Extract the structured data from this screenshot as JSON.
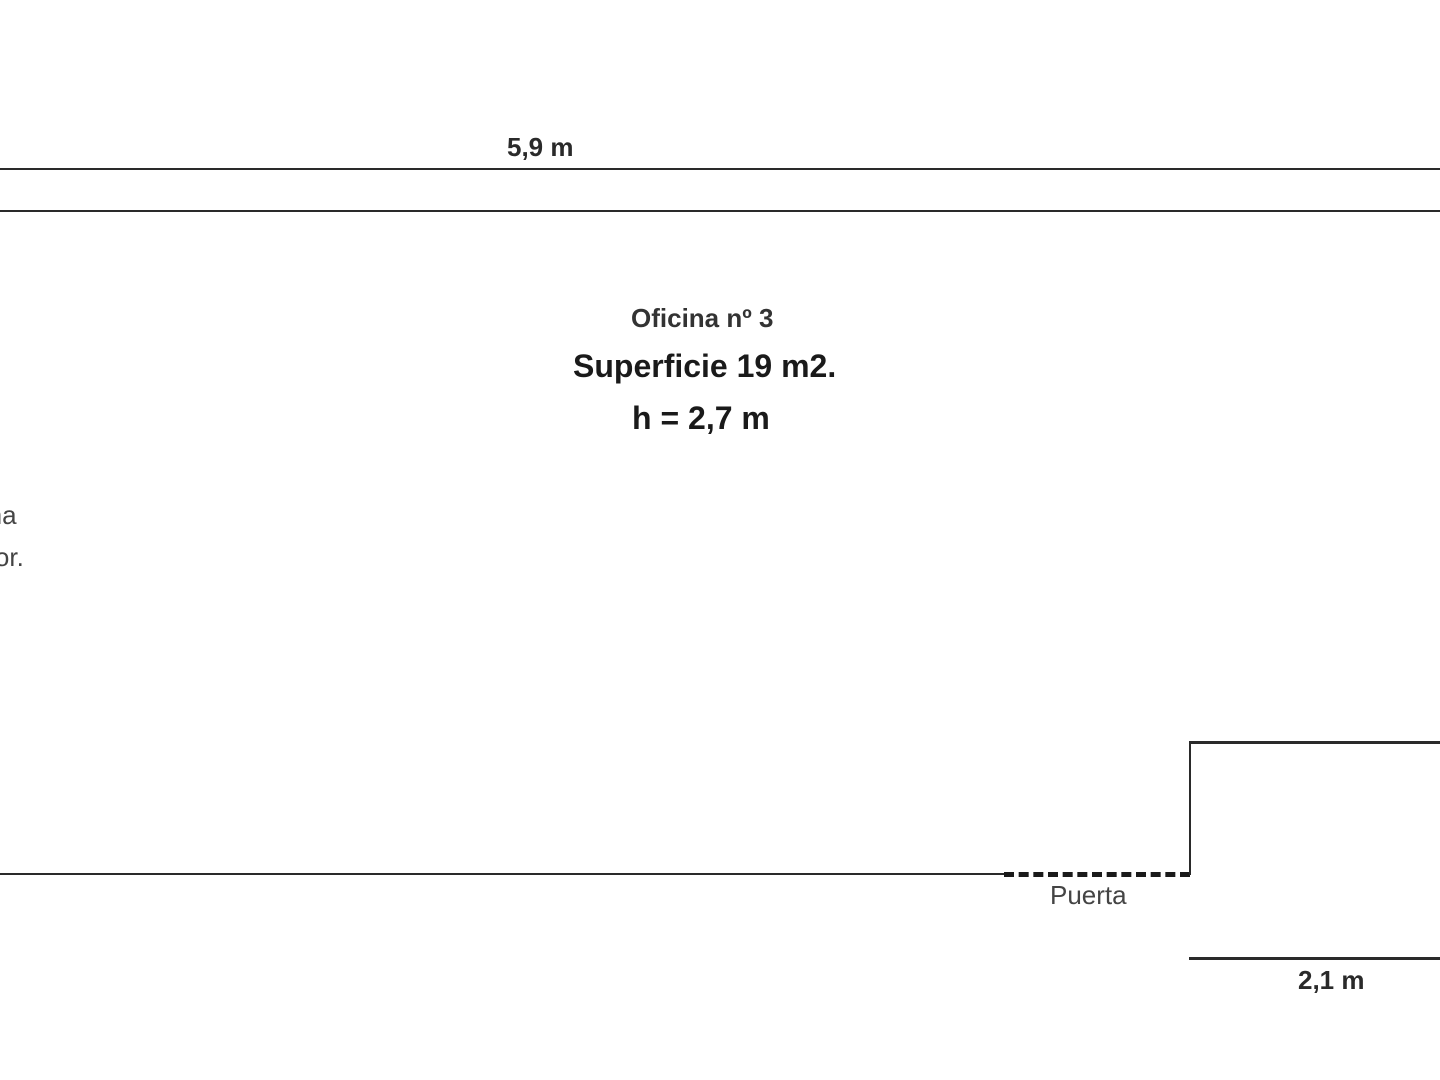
{
  "dimensions": {
    "top_width": "5,9 m",
    "bottom_width": "2,1 m"
  },
  "room": {
    "name": "Oficina nº 3",
    "area": "Superficie 19 m2.",
    "height": "h = 2,7 m"
  },
  "window": {
    "line1": "tana",
    "line2": "erior."
  },
  "door": {
    "label": "Puerta"
  }
}
